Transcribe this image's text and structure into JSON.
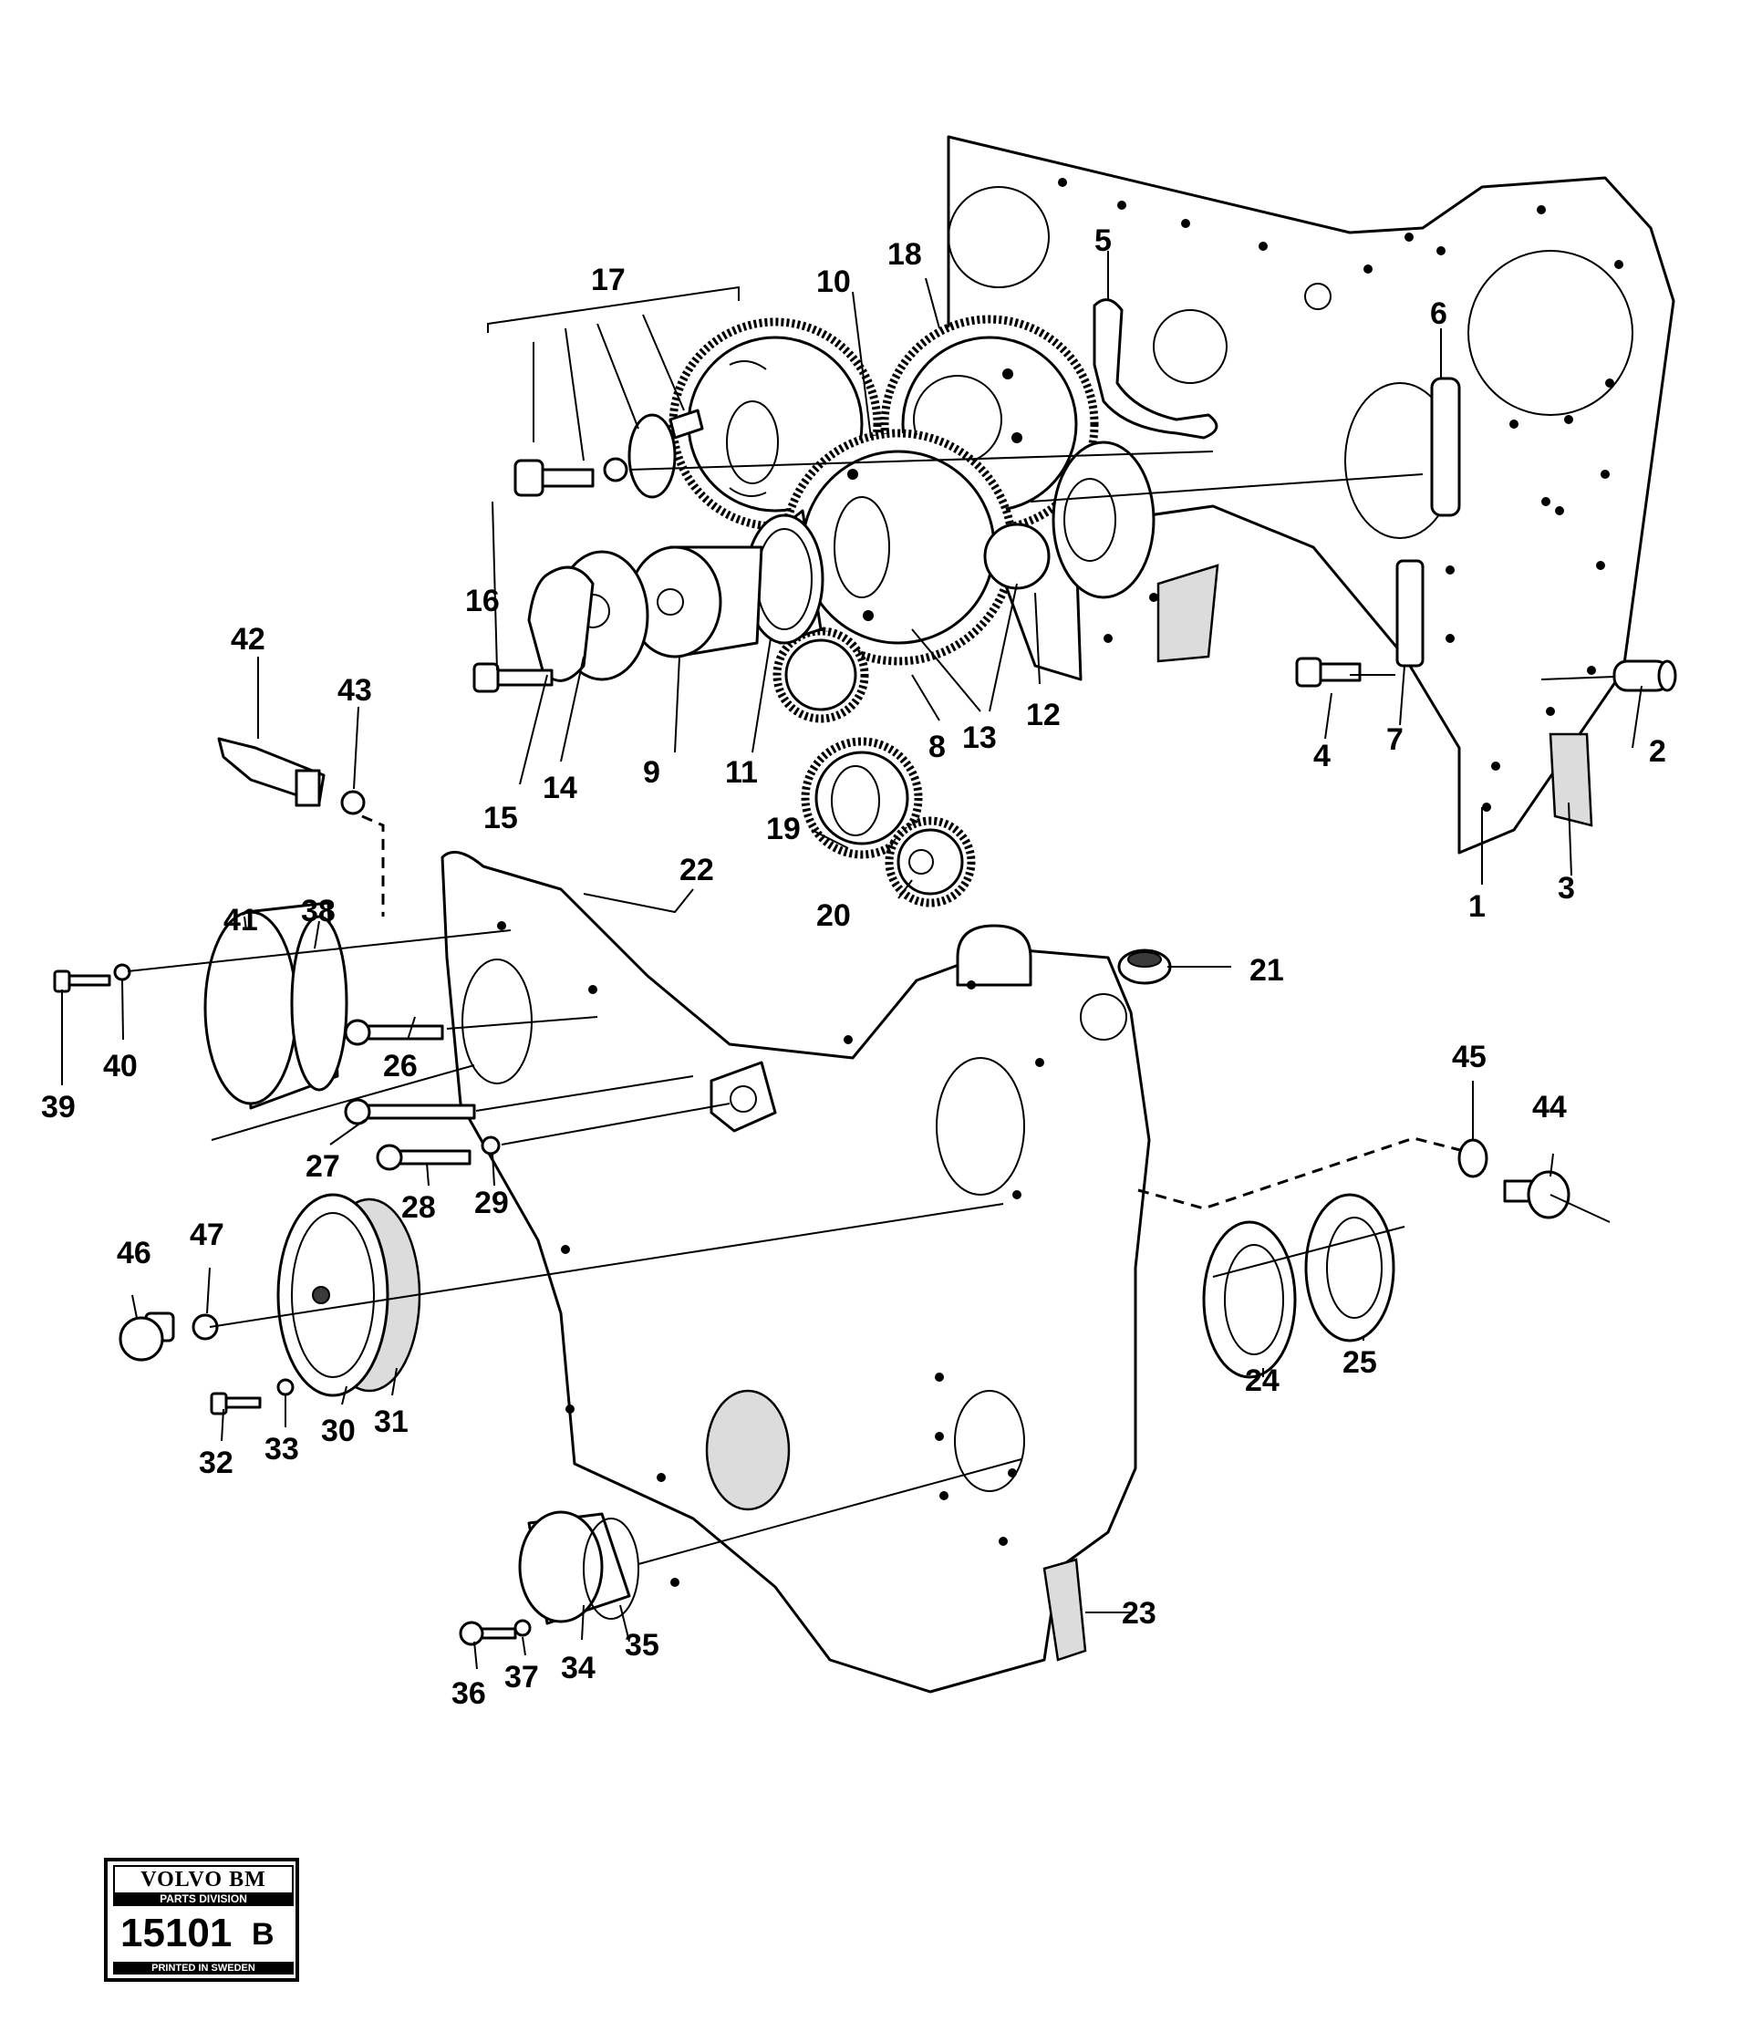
{
  "diagram": {
    "callouts": [
      "1",
      "2",
      "3",
      "4",
      "5",
      "6",
      "7",
      "8",
      "9",
      "10",
      "11",
      "12",
      "13",
      "14",
      "15",
      "16",
      "17",
      "18",
      "19",
      "20",
      "21",
      "22",
      "23",
      "24",
      "25",
      "26",
      "27",
      "28",
      "29",
      "30",
      "31",
      "32",
      "33",
      "34",
      "35",
      "36",
      "37",
      "38",
      "39",
      "40",
      "41",
      "42",
      "43",
      "44",
      "45",
      "46",
      "47"
    ]
  },
  "stamp": {
    "brand": "VOLVO BM",
    "division": "PARTS DIVISION",
    "number": "15101",
    "revision": "B",
    "printed": "PRINTED IN SWEDEN"
  }
}
